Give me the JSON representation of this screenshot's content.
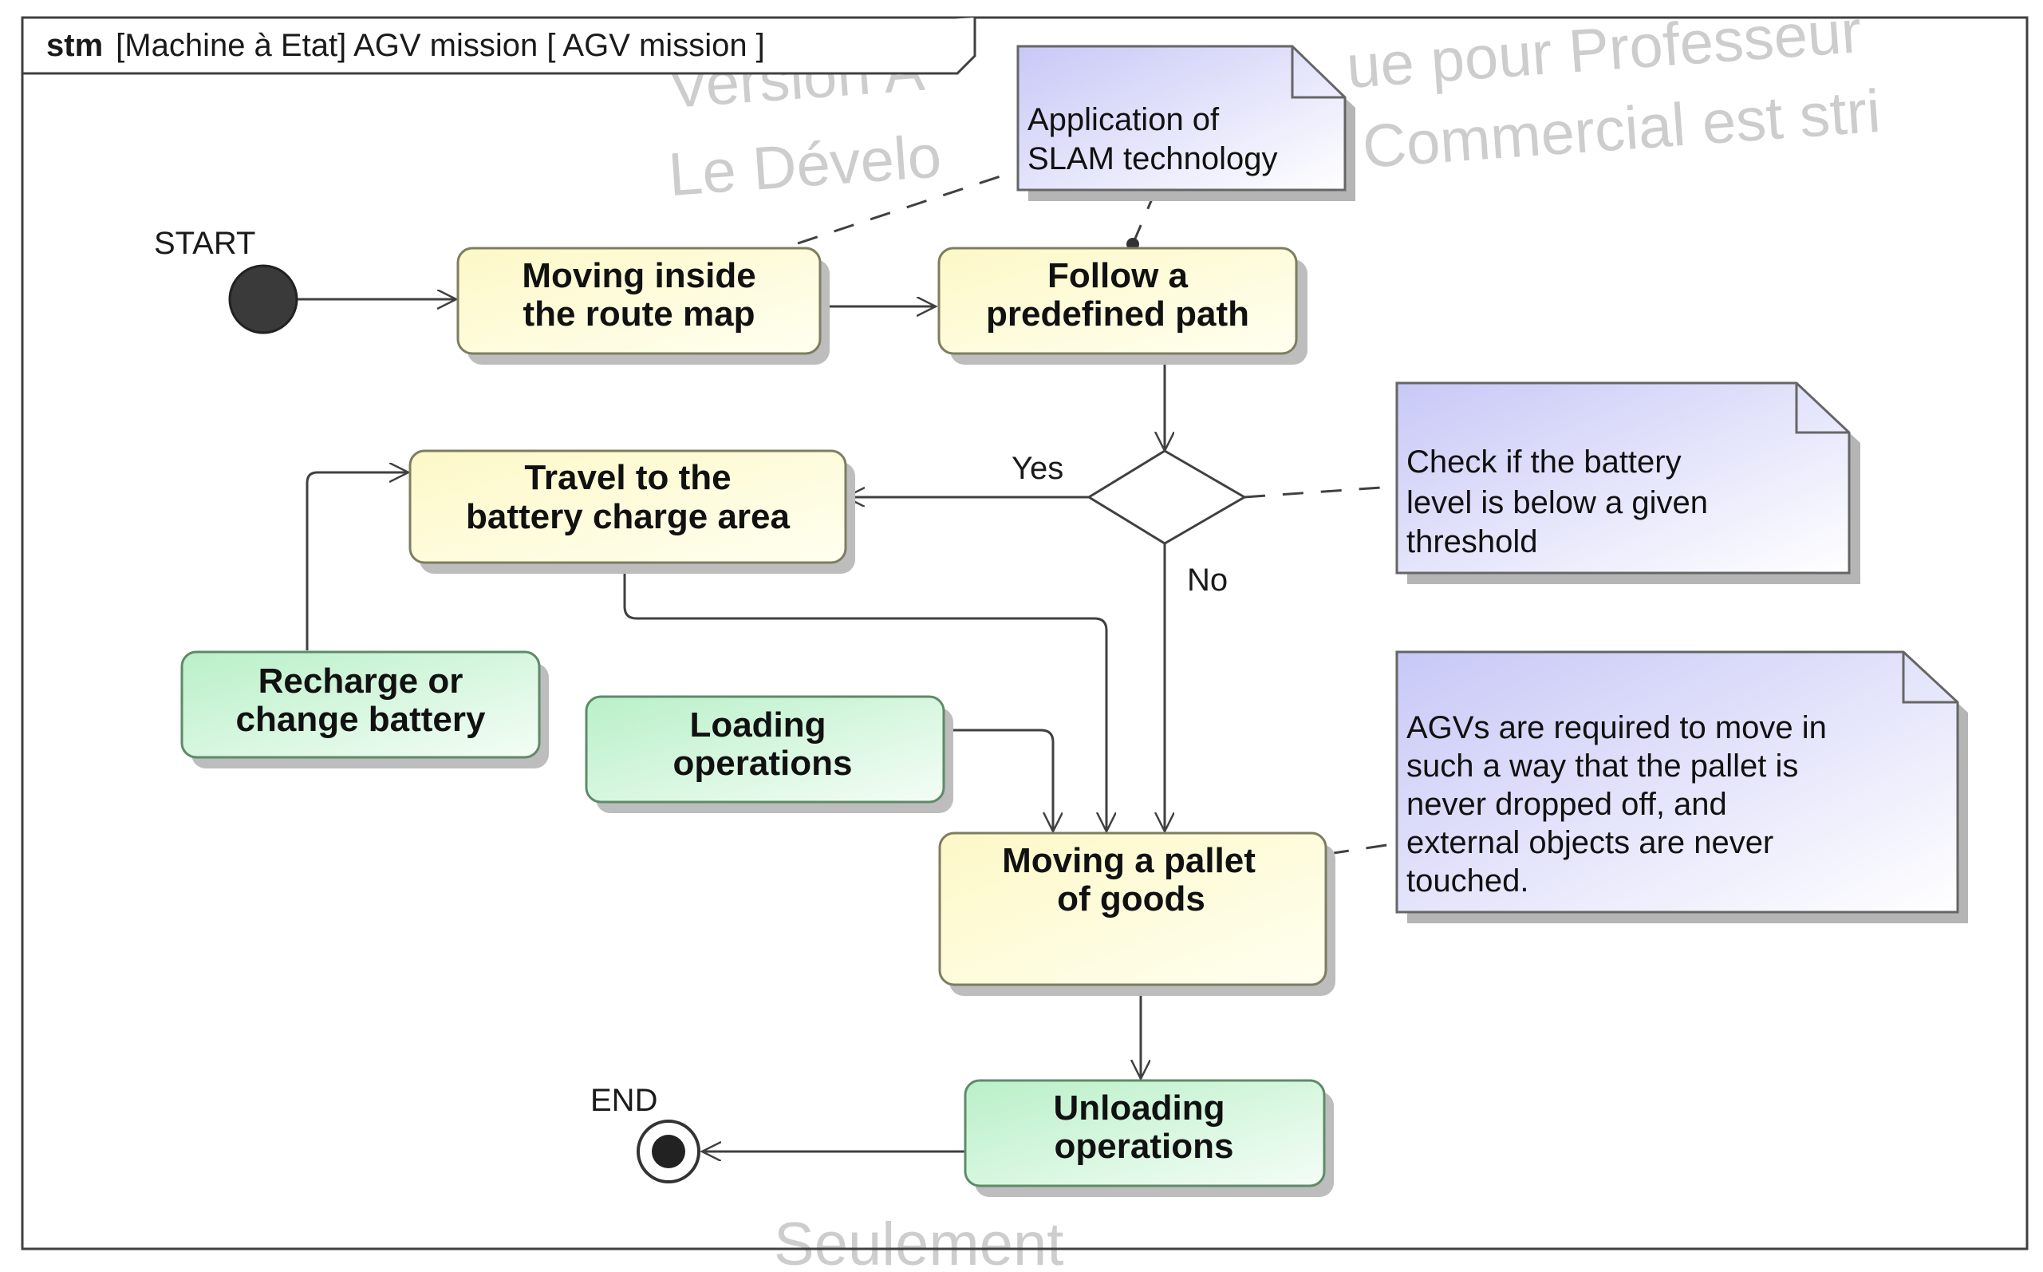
{
  "frame": {
    "keyword": "stm",
    "title": "[Machine à Etat] AGV mission [ AGV mission ]"
  },
  "watermark": {
    "lines": [
      "Version A",
      "ue pour Professeur",
      "Le Dévelo",
      "Commercial est stri",
      "Seulement"
    ]
  },
  "labels": {
    "start": "START",
    "end": "END",
    "yes": "Yes",
    "no": "No"
  },
  "states": {
    "moving_route": [
      "Moving inside",
      "the route map"
    ],
    "follow_path": [
      "Follow a",
      "predefined path"
    ],
    "travel_charge": [
      "Travel to the",
      "battery charge area"
    ],
    "recharge": [
      "Recharge or",
      "change battery"
    ],
    "loading": [
      "Loading",
      "operations"
    ],
    "moving_pallet": [
      "Moving a pallet",
      "of goods"
    ],
    "unloading": [
      "Unloading",
      "operations"
    ]
  },
  "notes": {
    "slam": [
      "Application of",
      "SLAM technology"
    ],
    "battery": [
      "Check if the battery",
      "level is below a given",
      "threshold"
    ],
    "pallet": [
      "AGVs are required to move in",
      "such a way that the pallet is",
      "never dropped off, and",
      "external objects are never",
      "touched."
    ]
  },
  "colors": {
    "state_yellow": "#fdfbd8",
    "state_green": "#d7f7e0",
    "note_fill": "#e2e2fb",
    "line": "#404040",
    "watermark": "#cfcfcf"
  }
}
